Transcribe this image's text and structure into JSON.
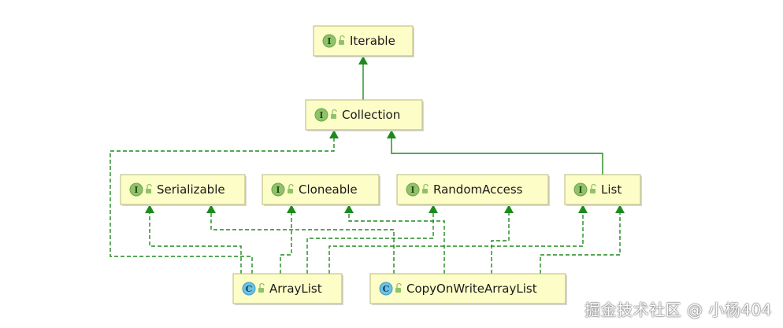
{
  "nodes": {
    "iterable": {
      "kind": "I",
      "label": "Iterable"
    },
    "collection": {
      "kind": "I",
      "label": "Collection"
    },
    "serializable": {
      "kind": "I",
      "label": "Serializable"
    },
    "cloneable": {
      "kind": "I",
      "label": "Cloneable"
    },
    "randomaccess": {
      "kind": "I",
      "label": "RandomAccess"
    },
    "list": {
      "kind": "I",
      "label": "List"
    },
    "arraylist": {
      "kind": "C",
      "label": "ArrayList"
    },
    "cowarraylist": {
      "kind": "C",
      "label": "CopyOnWriteArrayList"
    }
  },
  "edges": [
    {
      "from": "collection",
      "to": "iterable",
      "style": "solid"
    },
    {
      "from": "list",
      "to": "collection",
      "style": "solid"
    },
    {
      "from": "arraylist",
      "to": "collection",
      "style": "dashed"
    },
    {
      "from": "arraylist",
      "to": "serializable",
      "style": "dashed"
    },
    {
      "from": "arraylist",
      "to": "cloneable",
      "style": "dashed"
    },
    {
      "from": "arraylist",
      "to": "randomaccess",
      "style": "dashed"
    },
    {
      "from": "arraylist",
      "to": "list",
      "style": "dashed"
    },
    {
      "from": "cowarraylist",
      "to": "serializable",
      "style": "dashed"
    },
    {
      "from": "cowarraylist",
      "to": "cloneable",
      "style": "dashed"
    },
    {
      "from": "cowarraylist",
      "to": "randomaccess",
      "style": "dashed"
    },
    {
      "from": "cowarraylist",
      "to": "list",
      "style": "dashed"
    }
  ],
  "colors": {
    "node_fill": "#fdfdc8",
    "node_border": "#b8b87a",
    "edge": "#1e8a1e",
    "interface_badge": "#8fc36a",
    "class_badge": "#6fc1e3"
  },
  "watermark": "掘金技术社区 @ 小杨404"
}
